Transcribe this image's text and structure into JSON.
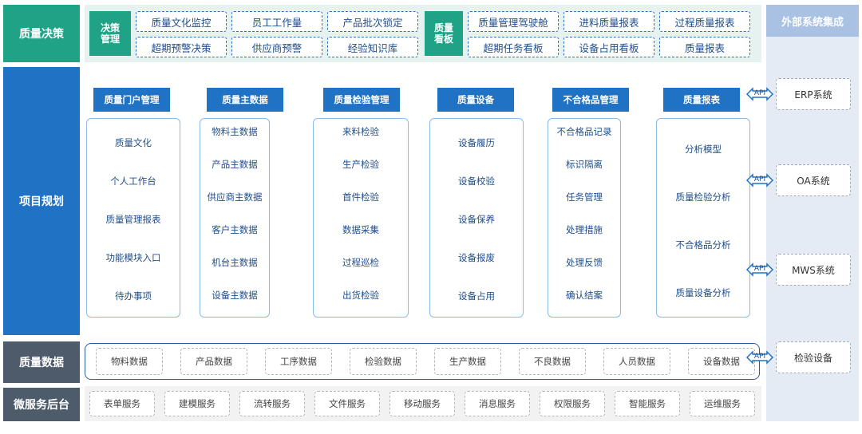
{
  "rows": {
    "decision": "质量决策",
    "planning": "项目规划",
    "data": "质量数据",
    "backend": "微服务后台"
  },
  "external": {
    "title": "外部系统集成",
    "systems": [
      "ERP系统",
      "OA系统",
      "MWS系统",
      "检验设备"
    ],
    "api_label": "API"
  },
  "decision": {
    "group1_label": "决策管理",
    "group1_items_top": [
      "质量文化监控",
      "员工工作量",
      "产品批次锁定"
    ],
    "group1_items_bottom": [
      "超期预警决策",
      "供应商预警",
      "经验知识库"
    ],
    "group2_label": "质量看板",
    "group2_items_top": [
      "质量管理驾驶舱",
      "进料质量报表",
      "过程质量报表"
    ],
    "group2_items_bottom": [
      "超期任务看板",
      "设备占用看板",
      "质量报表"
    ]
  },
  "modules": [
    {
      "title": "质量门户管理",
      "items": [
        "质量文化",
        "个人工作台",
        "质量管理报表",
        "功能模块入口",
        "待办事项"
      ]
    },
    {
      "title": "质量主数据",
      "items": [
        "物料主数据",
        "产品主数据",
        "供应商主数据",
        "客户主数据",
        "机台主数据",
        "设备主数据"
      ]
    },
    {
      "title": "质量检验管理",
      "items": [
        "来料检验",
        "生产检验",
        "首件检验",
        "数据采集",
        "过程巡检",
        "出货检验"
      ]
    },
    {
      "title": "质量设备",
      "items": [
        "设备履历",
        "设备校验",
        "设备保养",
        "设备报废",
        "设备占用"
      ]
    },
    {
      "title": "不合格品管理",
      "items": [
        "不合格品记录",
        "标识隔离",
        "任务管理",
        "处理措施",
        "处理反馈",
        "确认结案"
      ]
    },
    {
      "title": "质量报表",
      "items": [
        "分析模型",
        "质量检验分析",
        "不合格品分析",
        "质量设备分析"
      ]
    }
  ],
  "quality_data": [
    "物料数据",
    "产品数据",
    "工序数据",
    "检验数据",
    "生产数据",
    "不良数据",
    "人员数据",
    "设备数据"
  ],
  "services": [
    "表单服务",
    "建模服务",
    "流转服务",
    "文件服务",
    "移动服务",
    "消息服务",
    "权限服务",
    "智能服务",
    "运维服务"
  ]
}
